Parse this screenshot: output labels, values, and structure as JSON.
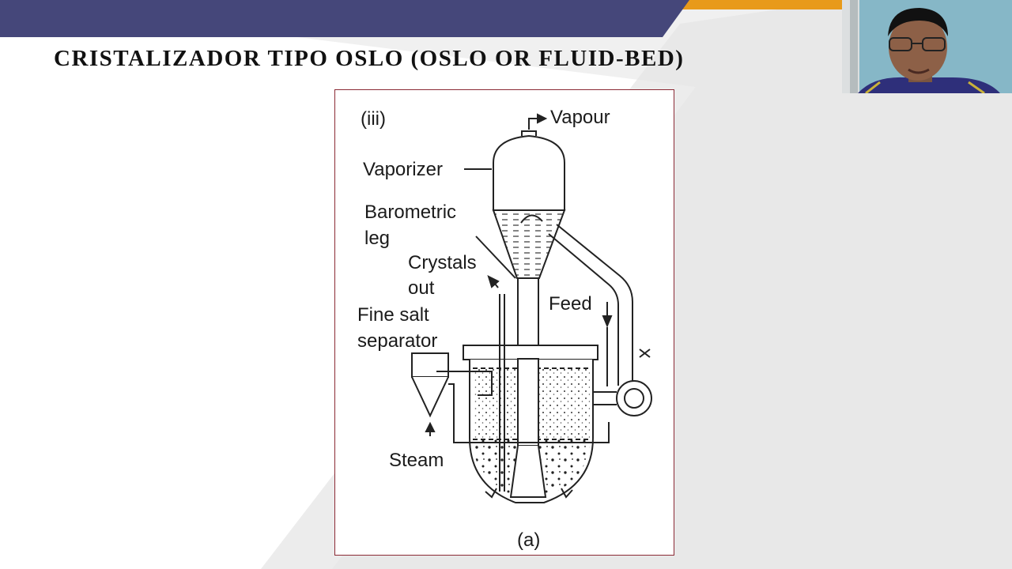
{
  "slide": {
    "title": "CRISTALIZADOR TIPO OSLO (OSLO OR FLUID-BED)"
  },
  "diagram": {
    "panel_label": "(iii)",
    "caption": "(a)",
    "labels": {
      "vapour": "Vapour",
      "vaporizer": "Vaporizer",
      "barometric_1": "Barometric",
      "barometric_2": "leg",
      "crystals_1": "Crystals",
      "crystals_2": "out",
      "feed": "Feed",
      "fine_salt_1": "Fine salt",
      "fine_salt_2": "separator",
      "steam": "Steam"
    }
  },
  "theme": {
    "banner_color": "#45477a",
    "accent_color": "#e89a1a",
    "frame_color": "#8b2a35"
  }
}
